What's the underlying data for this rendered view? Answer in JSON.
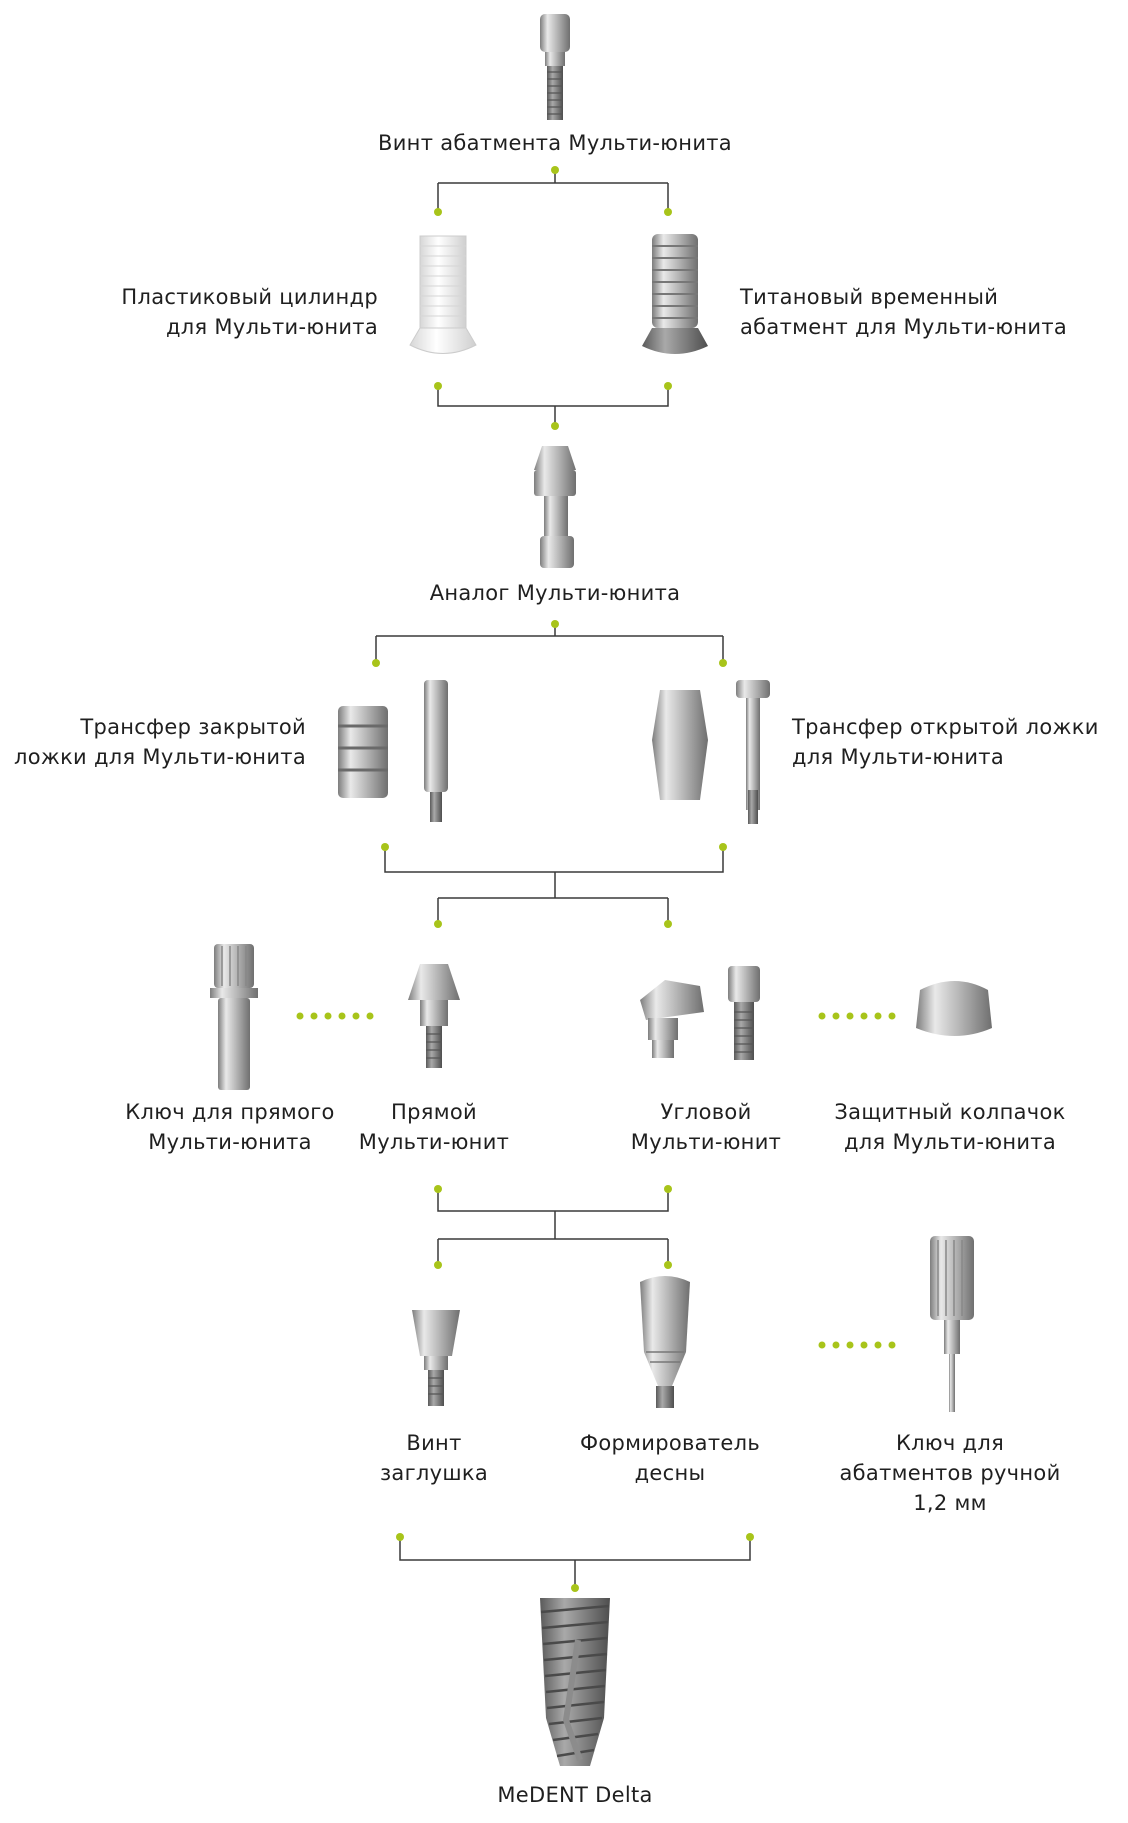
{
  "accent_color": "#a8c41a",
  "line_color": "#3a3a3a",
  "metal_light": "#e6e6e6",
  "metal_dark": "#8f8f8f",
  "nodes": {
    "multiunit_abutment_screw": {
      "lines": [
        "Винт абатмента Мульти-юнита"
      ]
    },
    "plastic_cylinder": {
      "lines": [
        "Пластиковый цилиндр",
        "для  Мульти-юнита"
      ]
    },
    "titanium_temp_abutment": {
      "lines": [
        "Титановый временный",
        "абатмент для Мульти-юнита"
      ]
    },
    "multiunit_analog": {
      "lines": [
        "Аналог Мульти-юнита"
      ]
    },
    "closed_tray_transfer": {
      "lines": [
        "Трансфер  закрытой",
        "ложки для Мульти-юнита"
      ]
    },
    "open_tray_transfer": {
      "lines": [
        "Трансфер открытой ложки",
        "для Мульти-юнита"
      ]
    },
    "straight_multiunit_key": {
      "lines": [
        "Ключ для прямого",
        "Мульти-юнита"
      ]
    },
    "straight_multiunit": {
      "lines": [
        "Прямой",
        "Мульти-юнит"
      ]
    },
    "angled_multiunit": {
      "lines": [
        "Угловой",
        "Мульти-юнит"
      ]
    },
    "protective_cap": {
      "lines": [
        "Защитный колпачок",
        "для Мульти-юнита"
      ]
    },
    "cover_screw": {
      "lines": [
        "Винт",
        "заглушка"
      ]
    },
    "healing_abutment": {
      "lines": [
        "Формирователь",
        "десны"
      ]
    },
    "hand_abutment_key": {
      "lines": [
        "Ключ для",
        "абатментов  ручной",
        "1,2 мм"
      ]
    },
    "implant": {
      "lines": [
        "MeDENT Delta"
      ]
    }
  }
}
